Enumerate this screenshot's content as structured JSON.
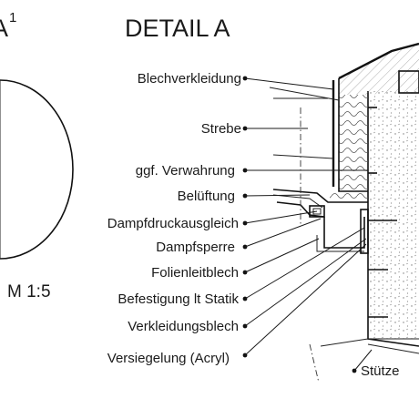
{
  "header": {
    "title": "DETAIL A",
    "prev_fragment": "A",
    "prev_superscript": "1",
    "scale_fragment": "M 1:5"
  },
  "labels": [
    "Blechverkleidung",
    "Strebe",
    "ggf. Verwahrung",
    "Belüftung",
    "Dampfdruckausgleich",
    "Dampfsperre",
    "Folienleitblech",
    "Befestigung lt Statik",
    "Verkleidungsblech",
    "Versiegelung (Acryl)",
    "Stütze"
  ]
}
